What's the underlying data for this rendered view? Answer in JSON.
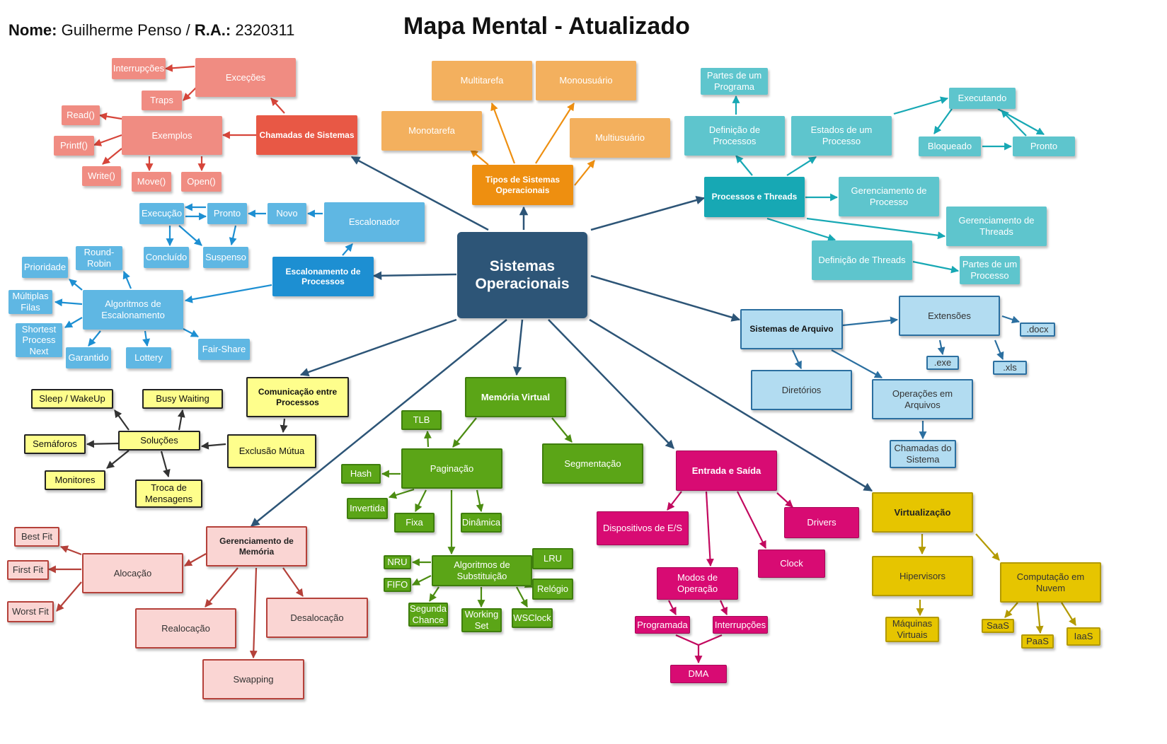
{
  "header": {
    "name_label": "Nome:",
    "name_value": "Guilherme Penso",
    "separator": " / ",
    "ra_label": "R.A.:",
    "ra_value": "2320311",
    "title": "Mapa Mental - Atualizado"
  },
  "palette": {
    "center": "#2d5577",
    "red": "#e85845",
    "red_light": "#f08c82",
    "orange": "#ee8f10",
    "orange_light": "#f3b05e",
    "teal": "#17a8b4",
    "teal_light": "#5ec5cd",
    "blue": "#1d8fd2",
    "blue_light": "#5fb7e3",
    "yellow": "#fefe8c",
    "green": "#5ba517",
    "magenta": "#d80b73",
    "gold": "#e6c500",
    "pink": "#fad5d3",
    "skyblue": "#b2dcf1"
  },
  "nodes": {
    "center": "Sistemas Operacionais",
    "chamadas": "Chamadas de Sistemas",
    "excecoes": "Exceções",
    "interrupcoes1": "Interrupções",
    "traps": "Traps",
    "exemplos": "Exemplos",
    "read": "Read()",
    "printf": "Printf()",
    "write": "Write()",
    "move": "Move()",
    "open": "Open()",
    "tipos": "Tipos de Sistemas Operacionais",
    "multitarefa": "Multitarefa",
    "monousuario": "Monousuário",
    "monotarefa": "Monotarefa",
    "multiusuario": "Multiusuário",
    "processos": "Processos e Threads",
    "definicao_proc": "Definição de Processos",
    "partes_prog": "Partes de um Programa",
    "estados": "Estados de um Processo",
    "executando": "Executando",
    "bloqueado": "Bloqueado",
    "pronto_teal": "Pronto",
    "ger_processo": "Gerenciamento de Processo",
    "ger_threads": "Gerenciamento de Threads",
    "def_threads": "Definição de Threads",
    "partes_proc": "Partes de um Processo",
    "escalonamento": "Escalonamento de Processos",
    "escalonador": "Escalonador",
    "novo": "Novo",
    "pronto_blue": "Pronto",
    "execucao": "Execução",
    "concluido": "Concluído",
    "suspenso": "Suspenso",
    "algoritmos_esc": "Algoritmos de Escalonamento",
    "prioridade": "Prioridade",
    "round_robin": "Round-Robin",
    "multiplas": "Múltiplas Filas",
    "shortest": "Shortest Process Next",
    "garantido": "Garantido",
    "lottery": "Lottery",
    "fair_share": "Fair-Share",
    "arquivos": "Sistemas de Arquivo",
    "extensoes": "Extensões",
    "docx": ".docx",
    "exe": ".exe",
    "xls": ".xls",
    "diretorios": "Diretórios",
    "operacoes": "Operações em Arquivos",
    "chamadas_sis": "Chamadas do Sistema",
    "comunicacao": "Comunicação entre Processos",
    "exclusao": "Exclusão Mútua",
    "solucoes": "Soluções",
    "sleep": "Sleep / WakeUp",
    "busy": "Busy Waiting",
    "semaforos": "Semáforos",
    "monitores": "Monitores",
    "troca": "Troca de Mensagens",
    "memoria_virtual": "Memória Virtual",
    "paginacao": "Paginação",
    "segmentacao": "Segmentação",
    "tlb": "TLB",
    "hash": "Hash",
    "invertida": "Invertida",
    "fixa": "Fixa",
    "dinamica": "Dinâmica",
    "algoritmos_sub": "Algoritmos de Substituição",
    "nru": "NRU",
    "fifo": "FIFO",
    "lru": "LRU",
    "relogio": "Relógio",
    "segunda": "Segunda Chance",
    "working": "Working Set",
    "wsclock": "WSClock",
    "entrada": "Entrada e Saída",
    "dispositivos": "Dispositivos de E/S",
    "drivers": "Drivers",
    "clock": "Clock",
    "modos": "Modos de Operação",
    "programada": "Programada",
    "interrupcoes2": "Interrupções",
    "dma": "DMA",
    "virtualizacao": "Virtualização",
    "hipervisors": "Hipervisors",
    "computacao": "Computação em Nuvem",
    "maquinas": "Máquinas Virtuais",
    "saas": "SaaS",
    "paas": "PaaS",
    "iaas": "IaaS",
    "ger_memoria": "Gerenciamento de Memória",
    "alocacao": "Alocação",
    "best": "Best Fit",
    "first": "First Fit",
    "worst": "Worst Fit",
    "realocacao": "Realocação",
    "desalocacao": "Desalocação",
    "swapping": "Swapping"
  }
}
